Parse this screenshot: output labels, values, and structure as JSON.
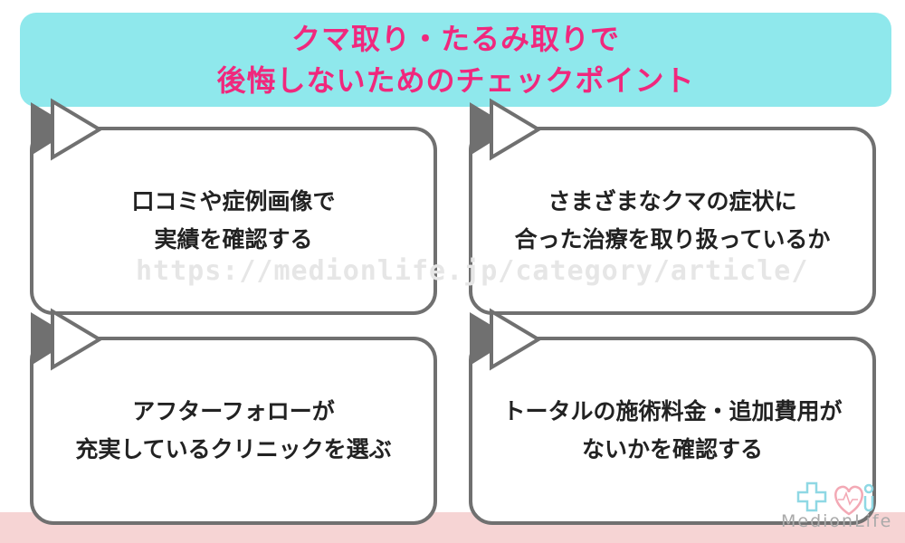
{
  "title": {
    "line1": "クマ取り・たるみ取りで",
    "line2": "後悔しないためのチェックポイント"
  },
  "points": [
    {
      "line1": "口コミや症例画像で",
      "line2": "実績を確認する"
    },
    {
      "line1": "さまざまなクマの症状に",
      "line2": "合った治療を取り扱っているか"
    },
    {
      "line1": "アフターフォローが",
      "line2": "充実しているクリニックを選ぶ"
    },
    {
      "line1": "トータルの施術料金・追加費用が",
      "line2": "ないかを確認する"
    }
  ],
  "watermark": "https://medionlife.jp/category/article/",
  "logo": "MedionLife",
  "colors": {
    "banner": "#8fe8ec",
    "title": "#f0287d",
    "border": "#707070",
    "band": "#f6d4d4"
  }
}
